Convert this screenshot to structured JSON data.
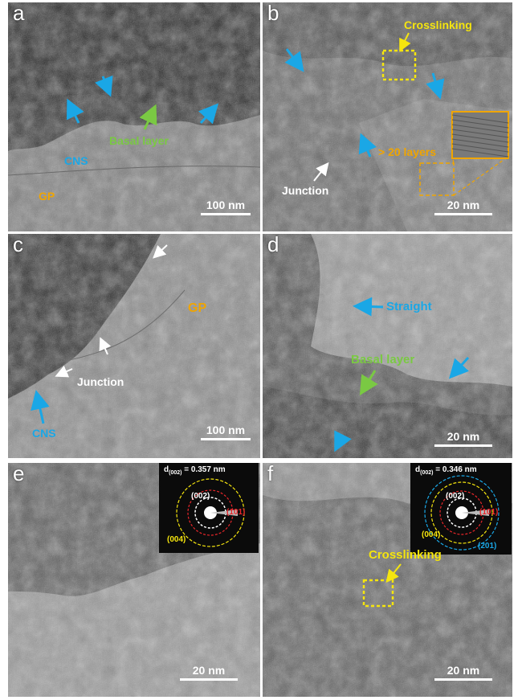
{
  "colors": {
    "blue": "#1aa7e6",
    "green": "#7ac943",
    "yellow": "#f5e50e",
    "orange": "#f0a500",
    "white": "#ffffff",
    "red": "#e8262a"
  },
  "panels": {
    "a": {
      "label": "a",
      "scale": "100 nm",
      "cns": "CNS",
      "basal": "Basal layer",
      "gp": "GP"
    },
    "b": {
      "label": "b",
      "scale": "20 nm",
      "crosslinking": "Crosslinking",
      "layers": "> 20 layers",
      "junction": "Junction"
    },
    "c": {
      "label": "c",
      "scale": "100 nm",
      "gp": "GP",
      "junction": "Junction",
      "cns": "CNS"
    },
    "d": {
      "label": "d",
      "scale": "20 nm",
      "straight": "Straight",
      "basal": "Basal layer"
    },
    "e": {
      "label": "e",
      "scale": "20 nm",
      "d_prefix": "d",
      "d_sub": "(002)",
      "d_value": " = 0.357 nm",
      "hkl_002": "(002)",
      "hkl_101": "(101)",
      "hkl_004": "(004)"
    },
    "f": {
      "label": "f",
      "scale": "20 nm",
      "crosslinking": "Crosslinking",
      "d_prefix": "d",
      "d_sub": "(002)",
      "d_value": " = 0.346 nm",
      "hkl_002": "(002)",
      "hkl_101": "(101)",
      "hkl_004": "(004)",
      "hkl_201": "(201)"
    }
  }
}
